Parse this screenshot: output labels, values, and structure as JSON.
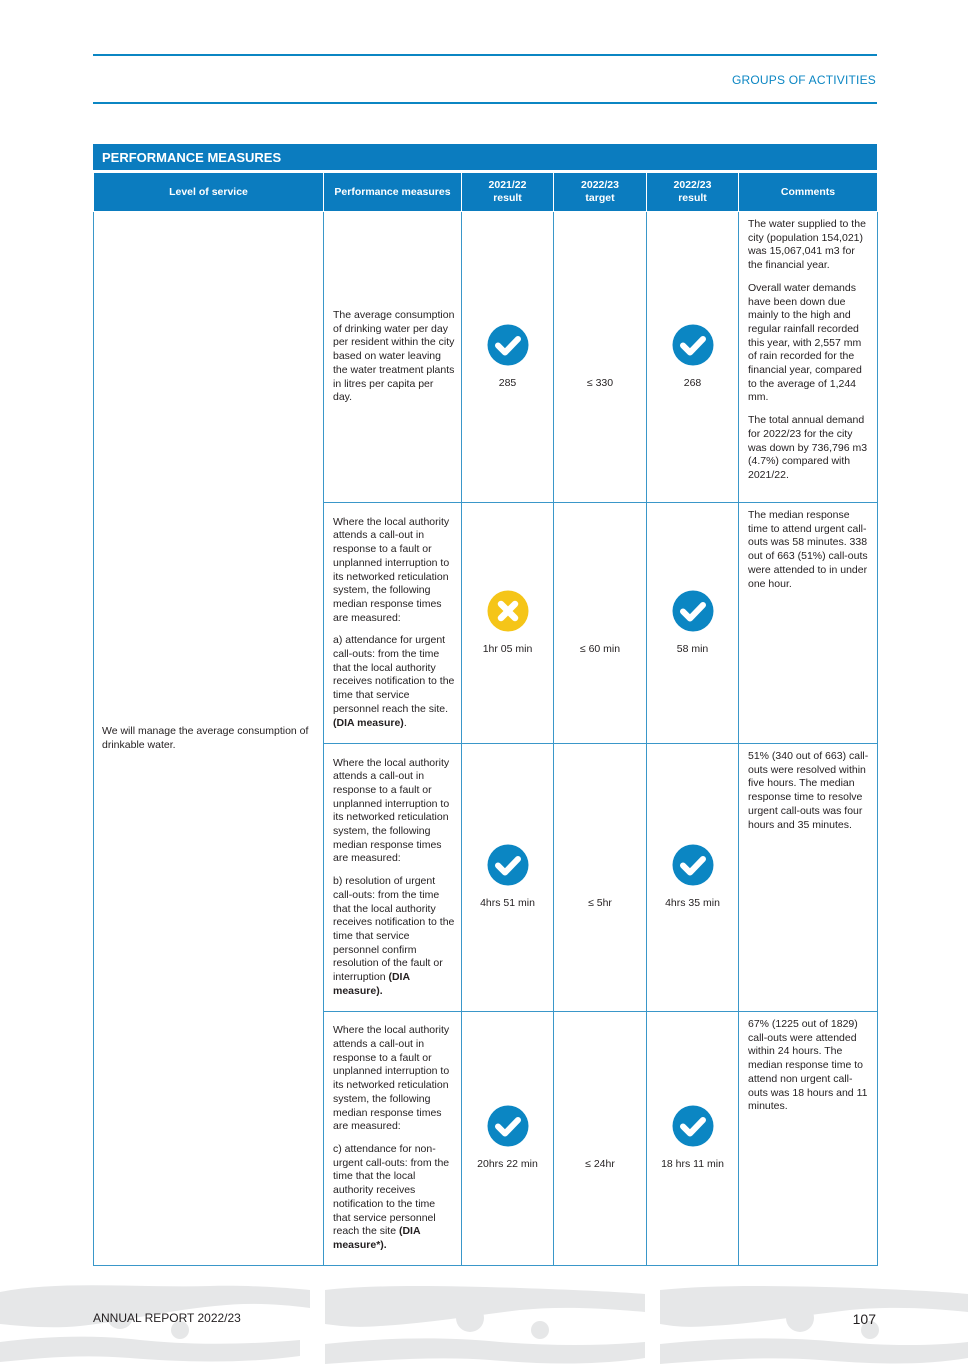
{
  "header": {
    "section_label": "GROUPS OF ACTIVITIES"
  },
  "table": {
    "title": "PERFORMANCE MEASURES",
    "columns": [
      "Level of service",
      "Performance measures",
      "2021/22\nresult",
      "2022/23\ntarget",
      "2022/23\nresult",
      "Comments"
    ],
    "level_of_service": "We will manage the average consumption of drinkable water.",
    "rows": [
      {
        "measure": [
          "The average consumption of drinking water per day per resident within the city based on water leaving the water treatment plants in litres per capita per day."
        ],
        "result_2021": "285",
        "status_2021": "achieved",
        "target_2022": "≤ 330",
        "result_2022": "268",
        "status_2022": "achieved",
        "comments": [
          "The water supplied to the city (population 154,021) was 15,067,041 m3 for the financial year.",
          "Overall water demands have been down due mainly to the high and regular rainfall recorded this year, with 2,557 mm of rain recorded for the financial year, compared to the average of 1,244 mm.",
          "The total annual demand for 2022/23 for the city was down by 736,796 m3 (4.7%) compared with 2021/22."
        ]
      },
      {
        "measure": [
          "Where the local authority attends a call-out in response to a fault or unplanned interruption to its networked reticulation system, the following median response times are measured:",
          "a) attendance for urgent call-outs: from the time that the local authority receives notification to the time that service personnel reach the site. "
        ],
        "measure_bold": "(DIA measure)",
        "measure_tail": ".",
        "result_2021": "1hr 05 min",
        "status_2021": "not-achieved",
        "target_2022": "≤ 60 min",
        "result_2022": "58 min",
        "status_2022": "achieved",
        "comments": [
          "The median response time to attend urgent call-outs was 58 minutes. 338 out of 663 (51%) call-outs were attended to in under one hour."
        ]
      },
      {
        "measure": [
          "Where the local authority attends a call-out in response to a fault or unplanned interruption to its networked reticulation system, the following median response times are measured:",
          "b) resolution of urgent call-outs: from the time that the local authority receives notification to the time that service personnel confirm resolution of the fault or interruption "
        ],
        "measure_bold": "(DIA measure).",
        "measure_tail": "",
        "result_2021": "4hrs 51 min",
        "status_2021": "achieved",
        "target_2022": "≤ 5hr",
        "result_2022": "4hrs 35 min",
        "status_2022": "achieved",
        "comments": [
          "51% (340 out of 663) call-outs were resolved within five hours. The median response time to resolve urgent call-outs was four hours and 35 minutes."
        ]
      },
      {
        "measure": [
          "Where the local authority attends a call-out in response to a fault or unplanned interruption to its networked reticulation system, the following median response times are measured:",
          "c) attendance for non-urgent call-outs: from the time that the local authority receives notification to the time that service personnel reach the site "
        ],
        "measure_bold": "(DIA measure*).",
        "measure_tail": "",
        "result_2021": "20hrs 22 min",
        "status_2021": "achieved",
        "target_2022": "≤ 24hr",
        "result_2022": "18 hrs 11 min",
        "status_2022": "achieved",
        "comments": [
          "67% (1225 out of 1829) call-outs were attended within 24 hours. The median response time to attend non urgent call-outs was 18 hours and 11 minutes."
        ]
      }
    ]
  },
  "footer": {
    "report_title": "ANNUAL REPORT 2022/23",
    "page_number": "107"
  },
  "icons": {
    "achieved": "check-circle-icon",
    "not_achieved": "cross-circle-icon"
  },
  "colors": {
    "accent": "#0b7cbf",
    "achieved": "#0b86c3",
    "not_achieved": "#f5c518",
    "rule": "#0b86c3"
  }
}
